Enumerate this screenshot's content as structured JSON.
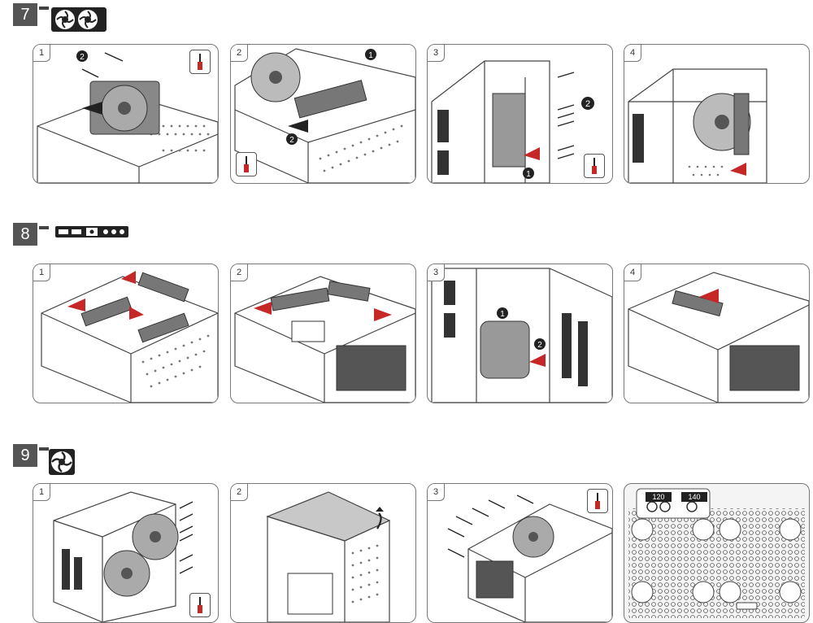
{
  "steps": [
    {
      "number": "7",
      "icon": "radiator-icon",
      "panels": [
        "1",
        "2",
        "3",
        "4"
      ]
    },
    {
      "number": "8",
      "icon": "front-io-panel-icon",
      "panels": [
        "1",
        "2",
        "3",
        "4"
      ]
    },
    {
      "number": "9",
      "icon": "fan-icon",
      "panels": [
        "1",
        "2",
        "3",
        ""
      ]
    }
  ],
  "fan_sizes": {
    "small": "120",
    "large": "140"
  },
  "callouts": {
    "one": "1",
    "two": "2"
  },
  "colors": {
    "badge": "#555555",
    "arrow_red": "#c62828",
    "line": "#444444"
  }
}
